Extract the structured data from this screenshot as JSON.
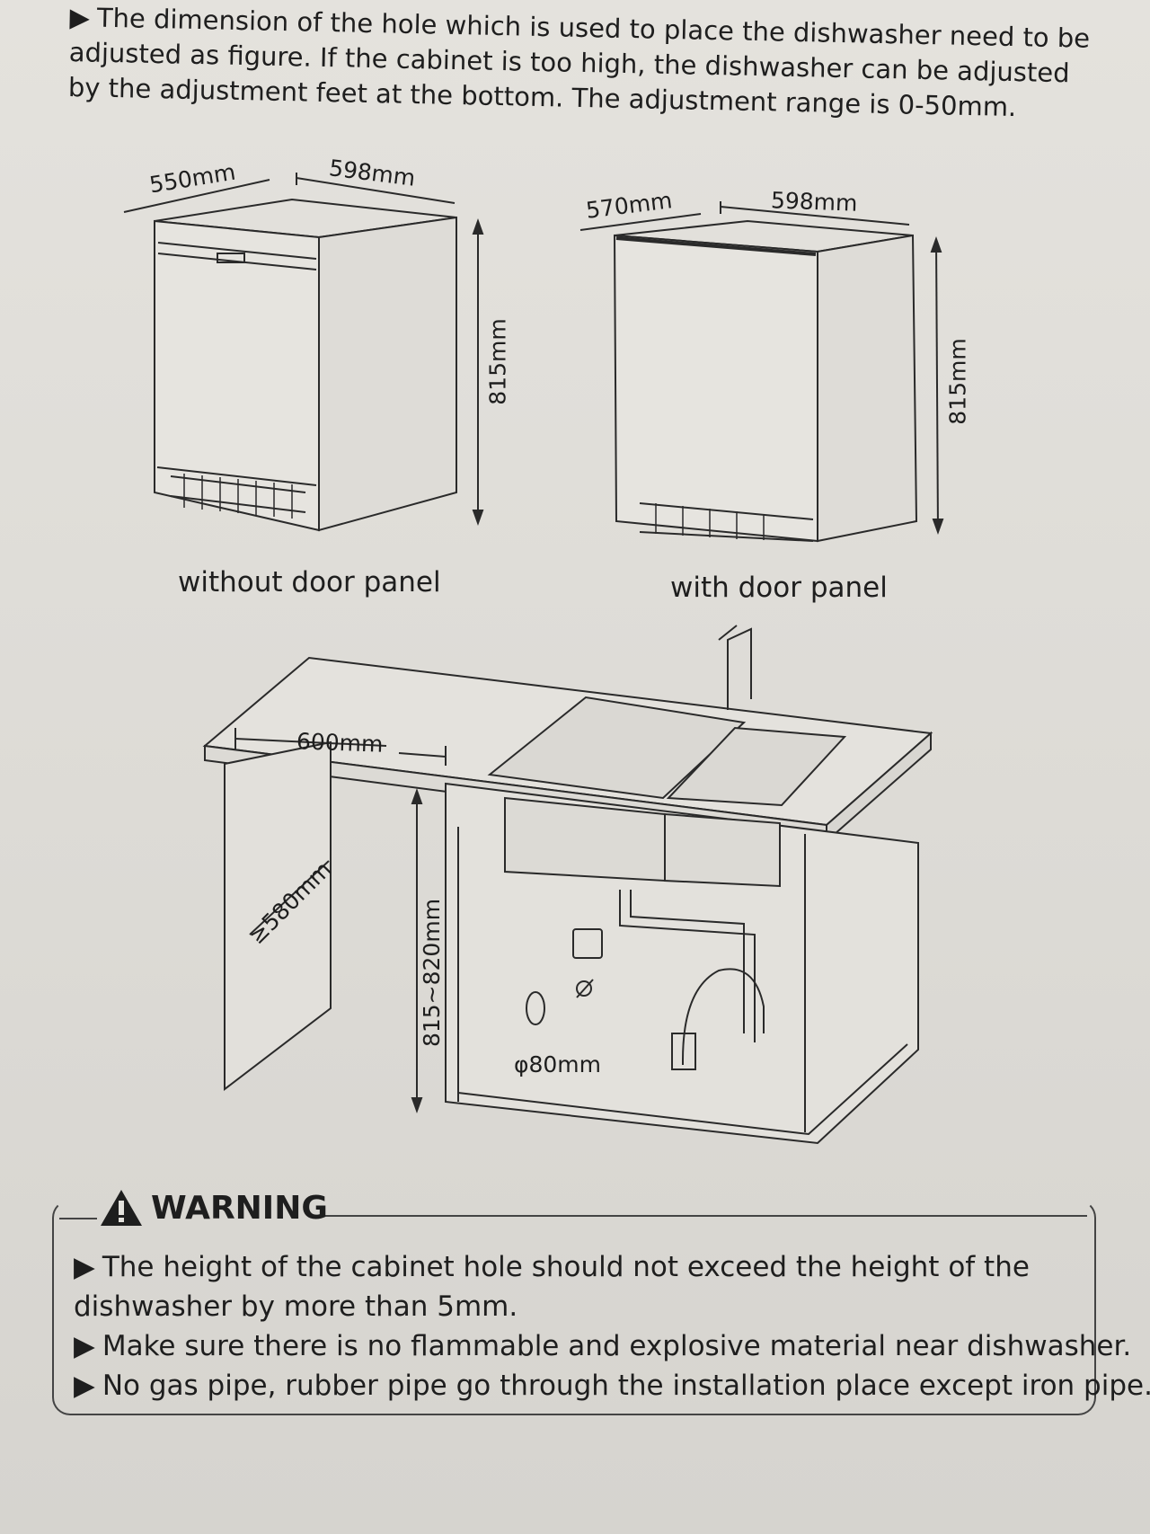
{
  "intro": {
    "line1": "The dimension of the hole which is used to place the dishwasher need to be",
    "line2": "adjusted as figure. If the cabinet is too high, the dishwasher can be adjusted",
    "line3": "by the adjustment feet at the bottom. The adjustment range is 0-50mm."
  },
  "figures": {
    "left": {
      "depth": "550mm",
      "width": "598mm",
      "height": "815mm",
      "caption": "without door panel"
    },
    "right": {
      "depth": "570mm",
      "width": "598mm",
      "height": "815mm",
      "caption": "with door panel"
    },
    "cabinet": {
      "width": "600mm",
      "depth": "≥580mm",
      "height": "815~820mm",
      "hole": "φ80mm"
    }
  },
  "warning": {
    "title": "WARNING",
    "line1": "The height of the cabinet hole should not exceed the height of the",
    "line2": "dishwasher by more than 5mm.",
    "line3": "Make sure there is no flammable and explosive material near dishwasher.",
    "line4": "No gas pipe, rubber pipe go through the installation place except iron pipe."
  },
  "colors": {
    "paper": "#e4e2dd",
    "ink": "#1e1e1e"
  }
}
